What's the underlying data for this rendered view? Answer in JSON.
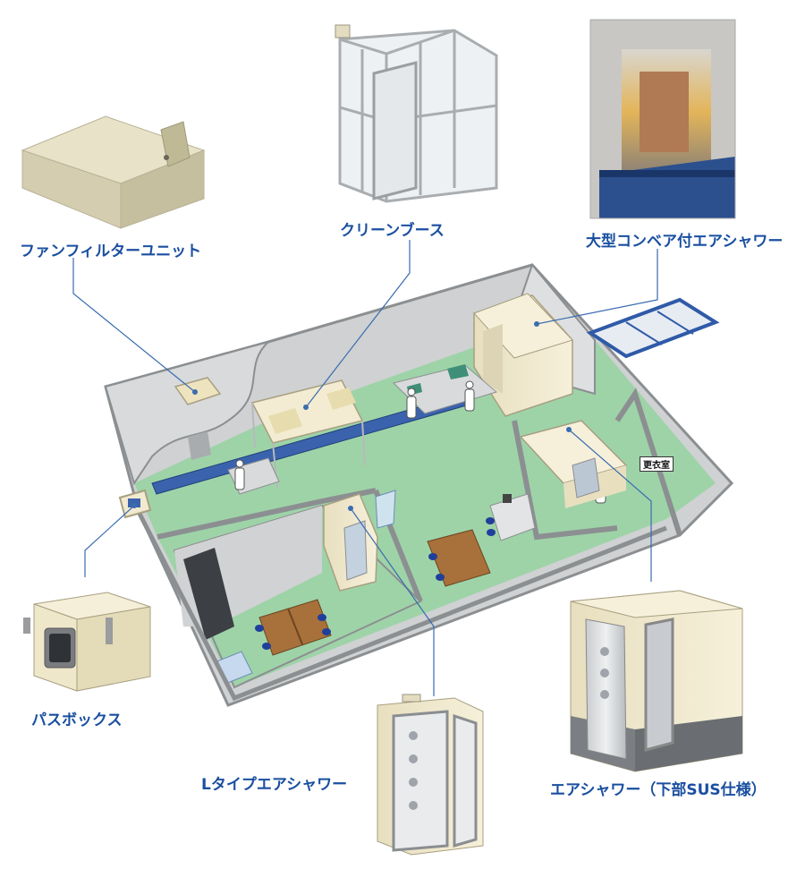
{
  "labels": {
    "fan_filter_unit": "ファンフィルターユニット",
    "clean_booth": "クリーンブース",
    "conveyor_air_shower": "大型コンベア付エアシャワー",
    "pass_box": "パスボックス",
    "l_type_air_shower": "Lタイプエアシャワー",
    "air_shower_sus": "エアシャワー（下部SUS仕様）",
    "changing_room": "更衣室"
  },
  "colors": {
    "label_text": "#1a4fa0",
    "leader_line": "#3a6cb0",
    "floor_green": "#9ed3a8",
    "wall_gray": "#c9cbcc",
    "wall_top": "#8c8f91",
    "equipment_cream": "#f1ead0",
    "conveyor_blue": "#2f5aa8",
    "table_brown": "#a8703a",
    "chair_blue": "#1f3f9a"
  }
}
